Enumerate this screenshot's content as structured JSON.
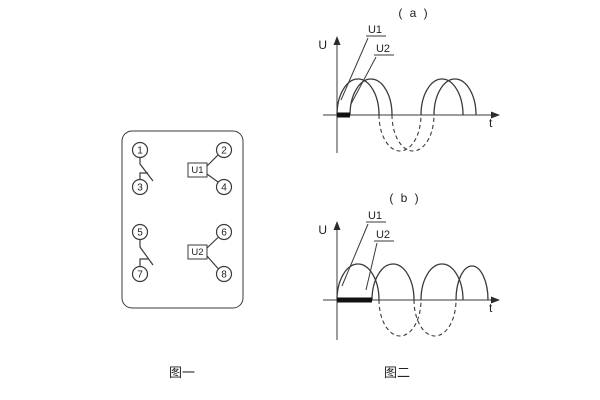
{
  "relay": {
    "caption": "图一",
    "terminals": [
      "1",
      "2",
      "3",
      "4",
      "5",
      "6",
      "7",
      "8"
    ],
    "coils": [
      "U1",
      "U2"
    ]
  },
  "plots": {
    "caption": "图二",
    "a": {
      "title": "( a )",
      "y_axis": "U",
      "x_axis": "t",
      "curve1": "U1",
      "curve2": "U2"
    },
    "b": {
      "title": "( b )",
      "y_axis": "U",
      "x_axis": "t",
      "curve1": "U1",
      "curve2": "U2"
    }
  },
  "colors": {
    "line": "#3a3a3a",
    "background": "#ffffff",
    "phase_bar": "#111111"
  }
}
